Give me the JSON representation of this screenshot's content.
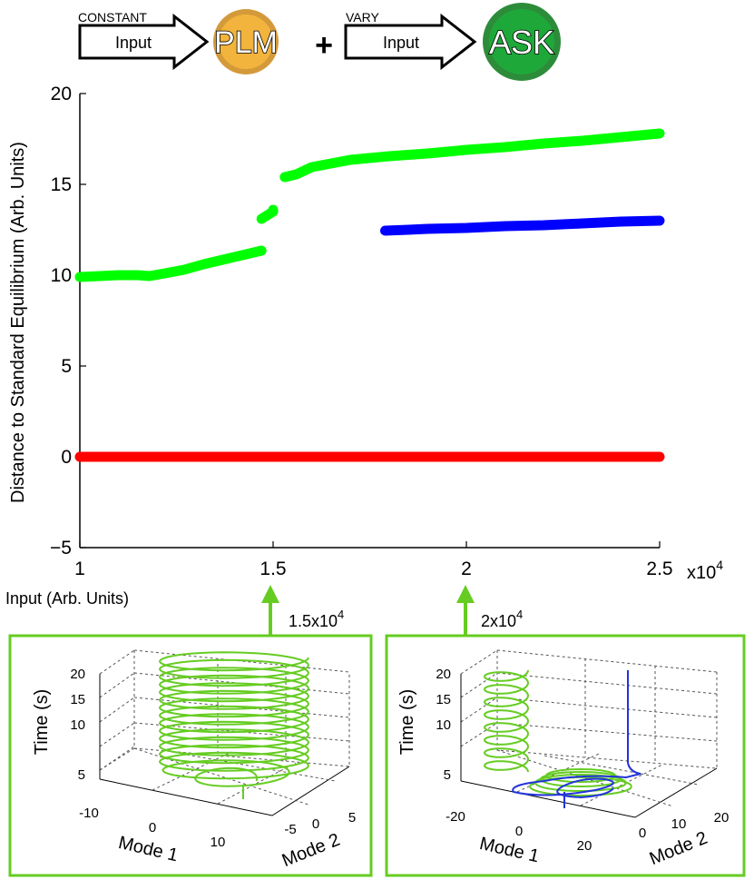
{
  "diagram": {
    "left_arrow": {
      "tag": "CONSTANT",
      "label": "Input"
    },
    "left_node": {
      "label": "PLM",
      "fill": "#f2b43c",
      "ring": "#d49a3a"
    },
    "plus": "+",
    "right_arrow": {
      "tag": "VARY",
      "label": "Input"
    },
    "right_node": {
      "label": "ASK",
      "fill": "#1fa83a",
      "ring": "#2c8c3a"
    }
  },
  "chart_data": {
    "type": "scatter",
    "title": "",
    "xlabel": "Input (Arb. Units)",
    "ylabel": "Distance to Standard Equilibrium (Arb. Units)",
    "x_multiplier": "x10",
    "x_exponent": "4",
    "xlim": [
      1,
      2.5
    ],
    "ylim": [
      -5,
      20
    ],
    "xticks": [
      1,
      1.5,
      2,
      2.5
    ],
    "xtick_labels": [
      "1",
      "1.5",
      "2",
      "2.5"
    ],
    "yticks": [
      -5,
      0,
      5,
      10,
      15,
      20
    ],
    "ytick_labels": [
      "−5",
      "0",
      "5",
      "10",
      "15",
      "20"
    ],
    "grid": false,
    "series": [
      {
        "color": "#00ff00",
        "segments": [
          [
            [
              1.0,
              9.9
            ],
            [
              1.05,
              9.95
            ],
            [
              1.1,
              10.0
            ],
            [
              1.15,
              10.0
            ],
            [
              1.18,
              9.95
            ],
            [
              1.22,
              10.1
            ],
            [
              1.27,
              10.3
            ],
            [
              1.32,
              10.6
            ],
            [
              1.37,
              10.85
            ],
            [
              1.42,
              11.1
            ],
            [
              1.47,
              11.35
            ]
          ],
          [
            [
              1.47,
              13.1
            ],
            [
              1.5,
              13.5
            ],
            [
              1.5,
              13.6
            ]
          ],
          [
            [
              1.53,
              15.4
            ],
            [
              1.56,
              15.55
            ],
            [
              1.6,
              15.95
            ],
            [
              1.65,
              16.15
            ],
            [
              1.7,
              16.35
            ],
            [
              1.8,
              16.55
            ],
            [
              1.9,
              16.7
            ],
            [
              2.0,
              16.9
            ],
            [
              2.1,
              17.05
            ],
            [
              2.2,
              17.25
            ],
            [
              2.3,
              17.4
            ],
            [
              2.4,
              17.6
            ],
            [
              2.5,
              17.8
            ]
          ]
        ]
      },
      {
        "color": "#0000ff",
        "segments": [
          [
            [
              1.79,
              12.45
            ],
            [
              1.85,
              12.5
            ],
            [
              1.9,
              12.55
            ],
            [
              2.0,
              12.6
            ],
            [
              2.1,
              12.7
            ],
            [
              2.2,
              12.75
            ],
            [
              2.3,
              12.85
            ],
            [
              2.4,
              12.95
            ],
            [
              2.5,
              13.0
            ]
          ]
        ]
      },
      {
        "color": "#ff0000",
        "segments": [
          [
            [
              1.0,
              0.0
            ],
            [
              2.5,
              0.0
            ]
          ]
        ]
      }
    ]
  },
  "annotations": {
    "left_marker": {
      "base": "1.5x10",
      "exponent": "4",
      "at_x": 1.5
    },
    "right_marker": {
      "base": "2x10",
      "exponent": "4",
      "at_x": 2.0
    },
    "accent": "#66cc22"
  },
  "insets": [
    {
      "zlabel": "Time (s)",
      "zticks": [
        "5",
        "10",
        "15",
        "20"
      ],
      "xlabel": "Mode 1",
      "xticks": [
        "-10",
        "0",
        "10"
      ],
      "ylabel": "Mode 2",
      "yticks": [
        "-5",
        "0",
        "5"
      ],
      "curve_color": "#66cc22"
    },
    {
      "zlabel": "Time (s)",
      "zticks": [
        "5",
        "10",
        "15",
        "20"
      ],
      "xlabel": "Mode 1",
      "xticks": [
        "-20",
        "0",
        "20"
      ],
      "ylabel": "Mode 2",
      "yticks": [
        "0",
        "10",
        "20"
      ],
      "curve_colors": [
        "#66cc22",
        "#2233dd"
      ]
    }
  ]
}
